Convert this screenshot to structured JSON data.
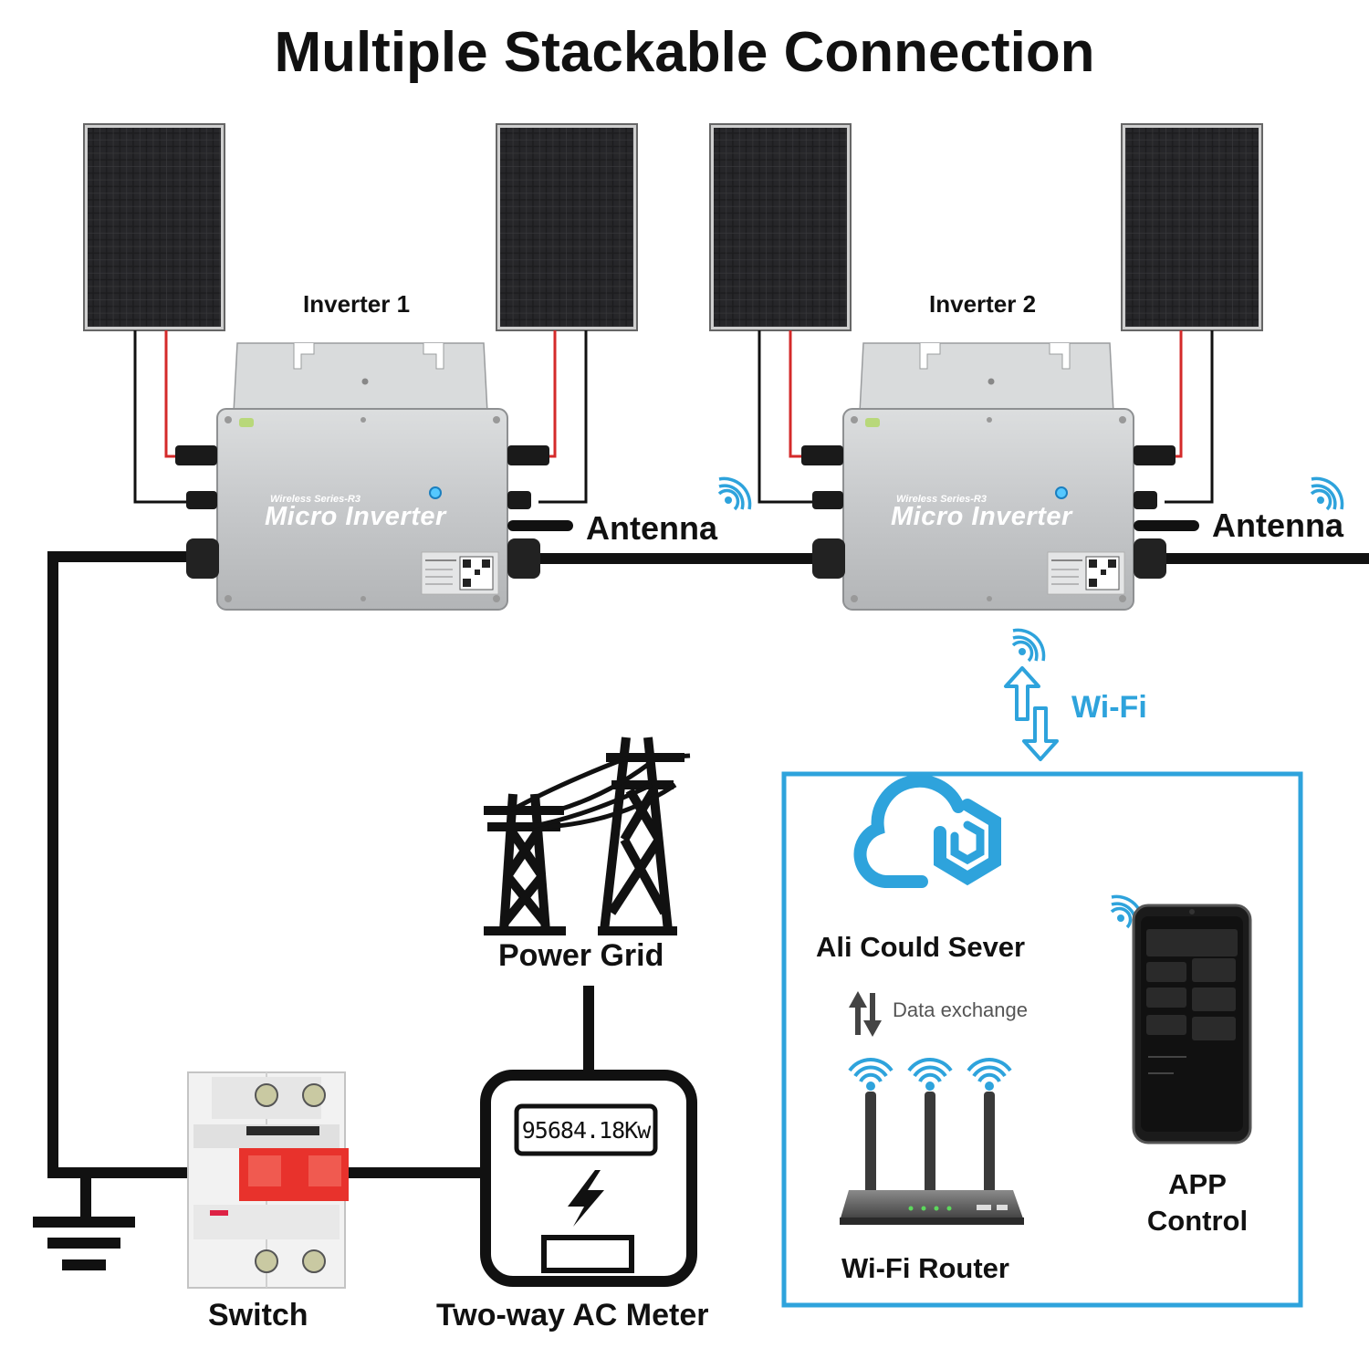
{
  "title": "Multiple Stackable Connection",
  "inverters": [
    {
      "label": "Inverter 1",
      "series": "Wireless Series-R3",
      "product": "Micro Inverter",
      "antenna_label": "Antenna"
    },
    {
      "label": "Inverter 2",
      "series": "Wireless Series-R3",
      "product": "Micro Inverter",
      "antenna_label": "Antenna"
    }
  ],
  "power_grid": {
    "label": "Power Grid"
  },
  "switch": {
    "label": "Switch"
  },
  "meter": {
    "label": "Two-way AC Meter",
    "reading": "95684.18Kw"
  },
  "wifi_link": {
    "label": "Wi-Fi"
  },
  "network_box": {
    "cloud_label": "Ali Could Sever",
    "exchange_label": "Data exchange",
    "router_label": "Wi-Fi Router",
    "app_label_line1": "APP",
    "app_label_line2": "Control"
  },
  "colors": {
    "wire": "#111111",
    "positive_wire": "#d42a2a",
    "accent_blue": "#2ea3dc",
    "panel_dark": "#1a1a1a",
    "inverter_silver": "#c8cacc",
    "breaker_red": "#e8322c"
  },
  "icons": [
    "solar-panel-icon",
    "micro-inverter-icon",
    "wifi-signal-icon",
    "transmission-tower-icon",
    "circuit-breaker-icon",
    "electric-meter-icon",
    "ground-icon",
    "cloud-icon",
    "router-icon",
    "smartphone-icon",
    "double-arrow-icon"
  ]
}
